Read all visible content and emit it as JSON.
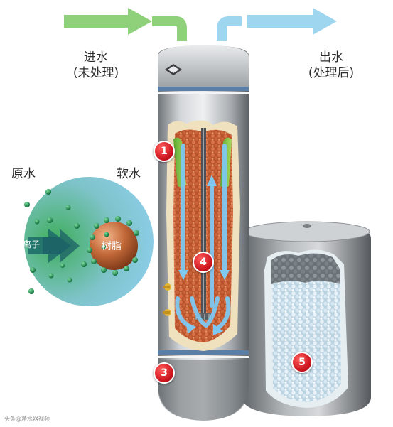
{
  "labels": {
    "inlet_line1": "进水",
    "inlet_line2": "(未处理)",
    "outlet_line1": "出水",
    "outlet_line2": "(处理后)",
    "raw_water": "原水",
    "soft_water": "软水",
    "hardness_ions": "硬度离子",
    "resin": "树脂"
  },
  "callouts": [
    "1",
    "3",
    "4",
    "5"
  ],
  "watermark": "头条@净水器视频",
  "colors": {
    "inlet_arrow": "#8fd17a",
    "outlet_arrow": "#9fd6ef",
    "callout_red": "#d0121b",
    "resin_orange": "#c75a2a",
    "flow_blue": "#7fc8f0"
  }
}
